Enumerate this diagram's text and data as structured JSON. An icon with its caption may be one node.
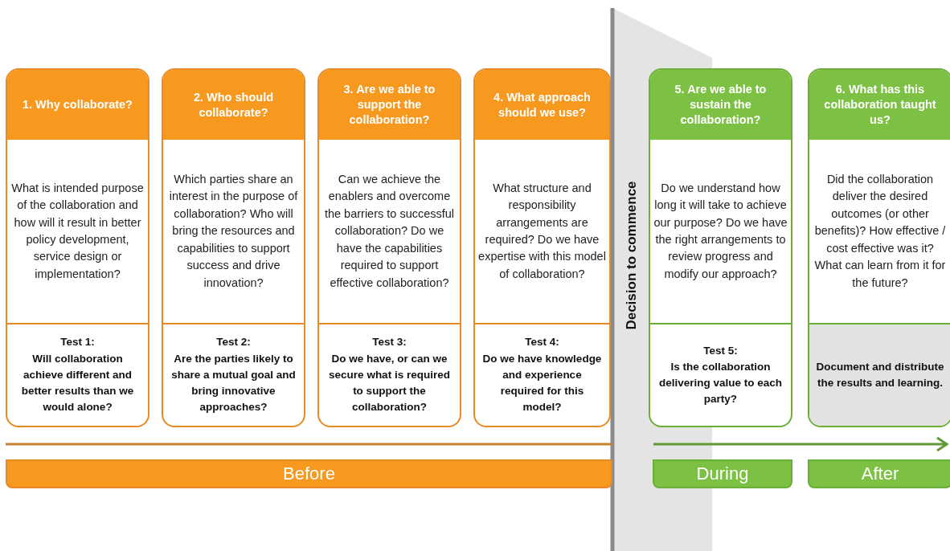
{
  "diagram": {
    "nodes": [
      {
        "text": [
          "1. Why collaborate?",
          "What is intended purpose of the collaboration and how will it result in better policy development, service design or implementation?",
          "Test 1:",
          "Will collaboration achieve different and better results than we would alone?"
        ]
      },
      {
        "text": [
          "2. Who should collaborate?",
          "Which parties share an interest in the purpose of collaboration? Who will bring the resources and capabilities to support success and drive innovation?",
          "Test 2:",
          "Are the parties likely to share a mutual goal and bring innovative approaches?"
        ]
      },
      {
        "text": [
          "3. Are we able to support the collaboration?",
          "Can we achieve the enablers and overcome the barriers to successful collaboration? Do we have the capabilities required to support effective collaboration?",
          "Test 3:",
          "Do we have, or can we secure what is required to support the collaboration?"
        ]
      },
      {
        "text": [
          "4. What approach should we use?",
          "What structure and responsibility arrangements are required? Do we have expertise with this model of collaboration?",
          "Test 4:",
          "Do we have knowledge and experience required for this model?"
        ]
      },
      {
        "text": [
          "Decision to commence"
        ]
      },
      {
        "text": [
          "5. Are we able to sustain the collaboration?",
          "Do we understand how long it will take to achieve our purpose? Do we have the right arrangements to review progress and modify our approach?",
          "Test 5:",
          "Is the collaboration delivering value  to each party?"
        ]
      },
      {
        "text": [
          "6. What has this collaboration taught us?",
          "Did the collaboration deliver the desired outcomes (or other benefits)? How effective / cost effective was it? What can learn from it for the future?",
          "Document and distribute the results and learning."
        ]
      },
      {
        "text": [
          "Before"
        ]
      },
      {
        "text": [
          "During"
        ]
      },
      {
        "text": [
          "After"
        ]
      }
    ]
  }
}
